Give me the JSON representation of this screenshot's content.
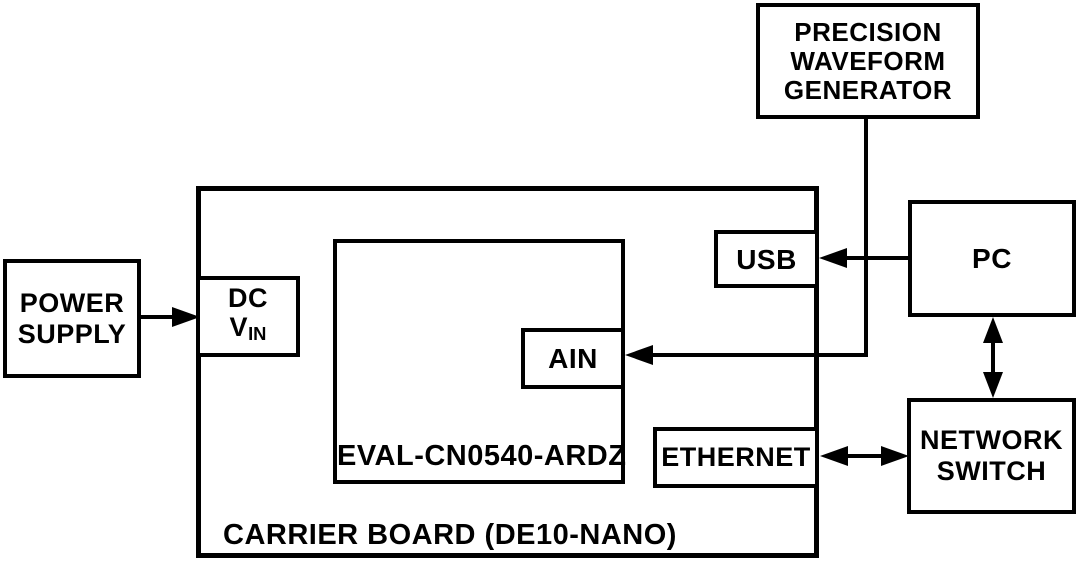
{
  "colors": {
    "background": "#ffffff",
    "stroke": "#000000",
    "text": "#000000"
  },
  "boxes": {
    "precision_waveform_generator": {
      "lines": [
        "PRECISION",
        "WAVEFORM",
        "GENERATOR"
      ]
    },
    "power_supply": {
      "lines": [
        "POWER",
        "SUPPLY"
      ]
    },
    "carrier_board": {
      "label": "CARRIER BOARD (DE10-NANO)"
    },
    "dc_vin": {
      "line1": "DC",
      "symbol": "V",
      "subscript": "IN"
    },
    "eval_board": {
      "label": "EVAL-CN0540-ARDZ"
    },
    "ain": {
      "label": "AIN"
    },
    "usb": {
      "label": "USB"
    },
    "ethernet": {
      "label": "ETHERNET"
    },
    "pc": {
      "label": "PC"
    },
    "network_switch": {
      "lines": [
        "NETWORK",
        "SWITCH"
      ]
    }
  },
  "connections": [
    {
      "from": "POWER SUPPLY",
      "to": "DC VIN",
      "style": "single-arrow",
      "direction": "right"
    },
    {
      "from": "PC",
      "to": "USB",
      "style": "single-arrow",
      "direction": "left"
    },
    {
      "from": "PRECISION WAVEFORM GENERATOR",
      "to": "AIN",
      "style": "single-arrow",
      "direction": "left",
      "path": "down-then-left"
    },
    {
      "from": "PC",
      "to": "NETWORK SWITCH",
      "style": "double-arrow",
      "orientation": "vertical"
    },
    {
      "from": "ETHERNET",
      "to": "NETWORK SWITCH",
      "style": "double-arrow",
      "orientation": "horizontal"
    }
  ]
}
